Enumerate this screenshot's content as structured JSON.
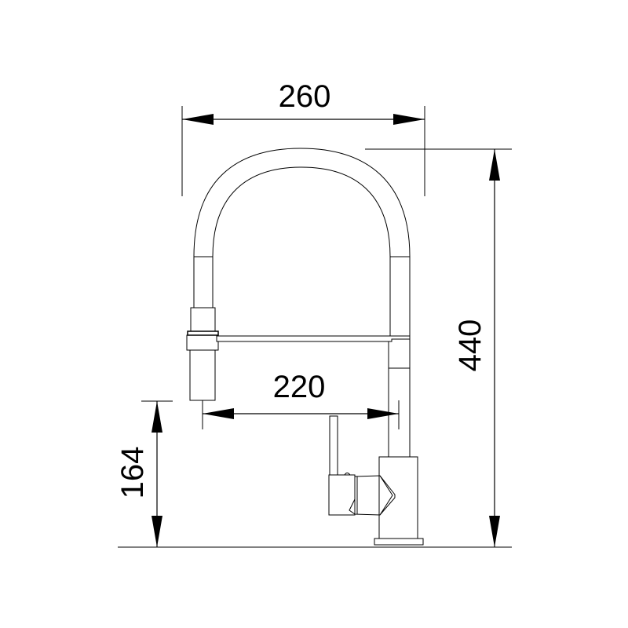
{
  "drawing": {
    "subject": "faucet",
    "dimensions": {
      "overall_width": "260",
      "overall_height": "440",
      "spout_reach": "220",
      "spout_height": "164"
    },
    "line_color": "#000000",
    "background_color": "#ffffff"
  }
}
